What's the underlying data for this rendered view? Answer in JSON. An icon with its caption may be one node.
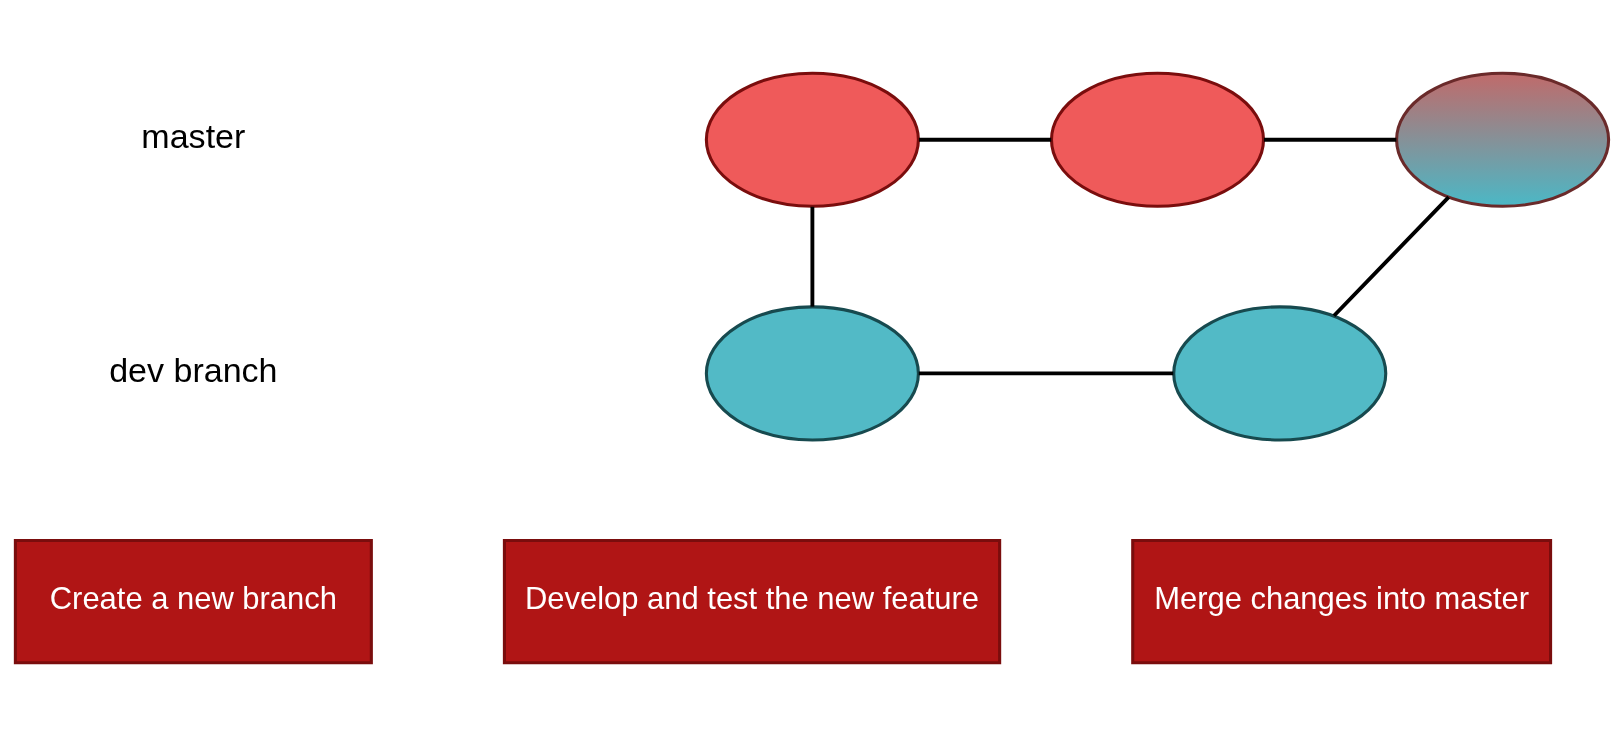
{
  "diagram": {
    "nodes": [
      {
        "text": [],
        "shape": "ellipse"
      },
      {
        "text": [],
        "shape": "ellipse"
      },
      {
        "text": [],
        "shape": "ellipse"
      },
      {
        "text": [],
        "shape": "ellipse"
      },
      {
        "text": [],
        "shape": "ellipse"
      },
      {
        "text": [
          "Create a new branch"
        ]
      },
      {
        "text": [
          "Develop and test the new feature"
        ]
      },
      {
        "text": [
          "Merge changes into master"
        ]
      }
    ],
    "edges": [
      {
        "from": 0,
        "to": 1,
        "arrow": "none"
      },
      {
        "from": 1,
        "to": 2,
        "arrow": "none"
      },
      {
        "from": 0,
        "to": 3,
        "arrow": "none"
      },
      {
        "from": 3,
        "to": 4,
        "arrow": "none"
      },
      {
        "from": 4,
        "to": 2,
        "arrow": "none"
      }
    ],
    "labels": [
      "master",
      "dev branch"
    ]
  }
}
